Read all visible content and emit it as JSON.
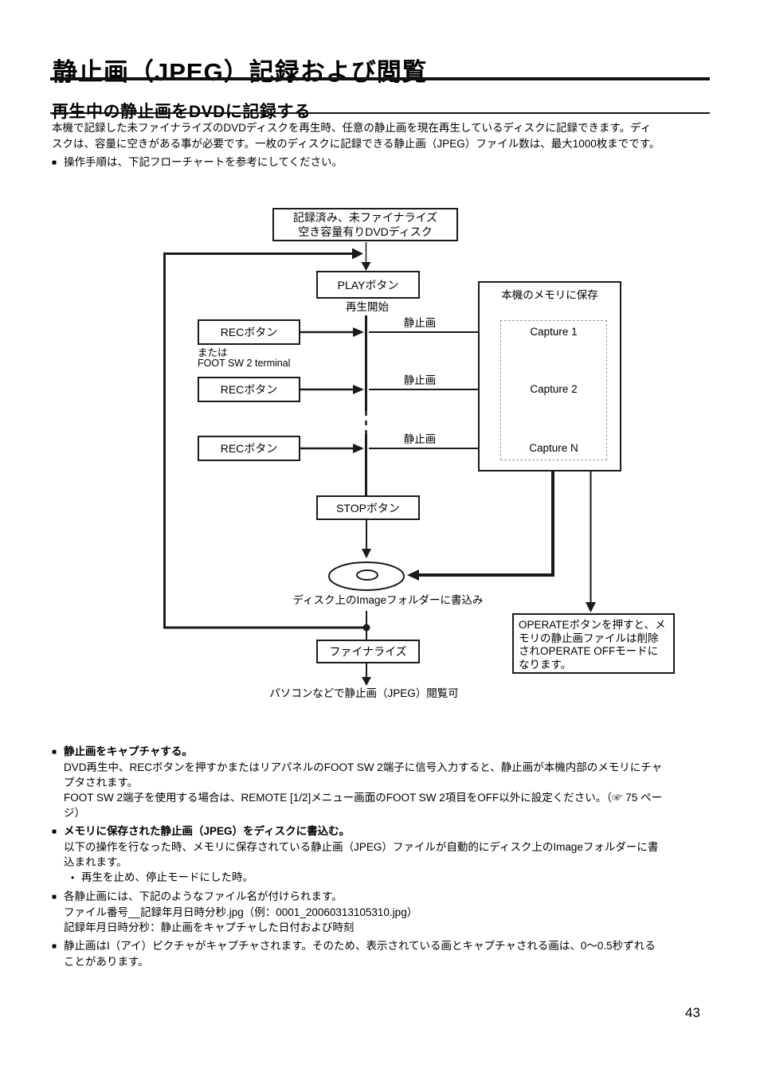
{
  "colors": {
    "background": "#ffffff",
    "text": "#000000",
    "line": "#1a1a1a",
    "dashed_box_border": "#999999"
  },
  "header": {
    "title": "静止画（JPEG）記録および閲覧",
    "section_title": "再生中の静止画をDVDに記録する"
  },
  "intro": {
    "text": "本機で記録した未ファイナライズのDVDディスクを再生時、任意の静止画を現在再生しているディスクに記録できます。ディ\nスクは、容量に空きがある事が必要です。一枚のディスクに記録できる静止画（JPEG）ファイル数は、最大1000枚までです。",
    "procedure_marker": "■",
    "procedure_text": "操作手順は、下記フローチャートを参考にしてください。"
  },
  "flowchart": {
    "top_box": "記録済み、未ファイナライズ\n空き容量有りDVDディスク",
    "play_button_label": "PLAYボタン",
    "playback_start_label": "再生開始",
    "or_label": "または\nFOOT SW 2 terminal",
    "rec_rows": [
      {
        "button": "RECボタン",
        "signal": "静止画",
        "capture": "Capture 1"
      },
      {
        "button": "RECボタン",
        "signal": "静止画",
        "capture": "Capture 2"
      },
      {
        "button": "RECボタン",
        "signal": "静止画",
        "capture": "Capture N"
      }
    ],
    "memory_title": "本機のメモリに保存",
    "stop_button_label": "STOPボタン",
    "disc_write_label": "ディスク上のImageフォルダーに書込み",
    "finalize_label": "ファイナライズ",
    "pc_view_label": "パソコンなどで静止画（JPEG）閲覧可",
    "operate_note": "OPERATEボタンを押すと、メ\nモリの静止画ファイルは削除\nされOPERATE OFFモードに\nなります。"
  },
  "notes": [
    {
      "marker": "■",
      "heading": "静止画をキャプチャする。",
      "heading_class": "note-heading bold",
      "body": "DVD再生中、RECボタンを押すかまたはリアパネルのFOOT SW 2端子に信号入力すると、静止画が本機内部のメモリにチャ\nプタされます。\nFOOT SW 2端子を使用する場合は、REMOTE [1/2]メニュー画面のFOOT SW 2項目をOFF以外に設定ください。（☞ 75 ペー\nジ）"
    },
    {
      "marker": "■",
      "heading": "メモリに保存された静止画（JPEG）をディスクに書込む。",
      "heading_class": "note-heading bold",
      "body": "以下の操作を行なった時、メモリに保存されている静止画（JPEG）ファイルが自動的にディスク上のImageフォルダーに書\n込まれます。",
      "bullet_dot": "•",
      "bullet": "再生を止め、停止モードにした時。"
    },
    {
      "marker": "■",
      "heading": "各静止画には、下記のようなファイル名が付けられます。",
      "heading_class": "note-heading",
      "body": "ファイル番号__記録年月日時分秒.jpg（例：0001_20060313105310.jpg）\n記録年月日時分秒：静止画をキャプチャした日付および時刻"
    },
    {
      "marker": "■",
      "heading": "静止画はI（アイ）ピクチャがキャプチャされます。そのため、表示されている画とキャプチャされる画は、0～0.5秒ずれる",
      "heading_class": "note-heading",
      "body": "ことがあります。"
    }
  ],
  "footer": {
    "page_number": "43"
  }
}
